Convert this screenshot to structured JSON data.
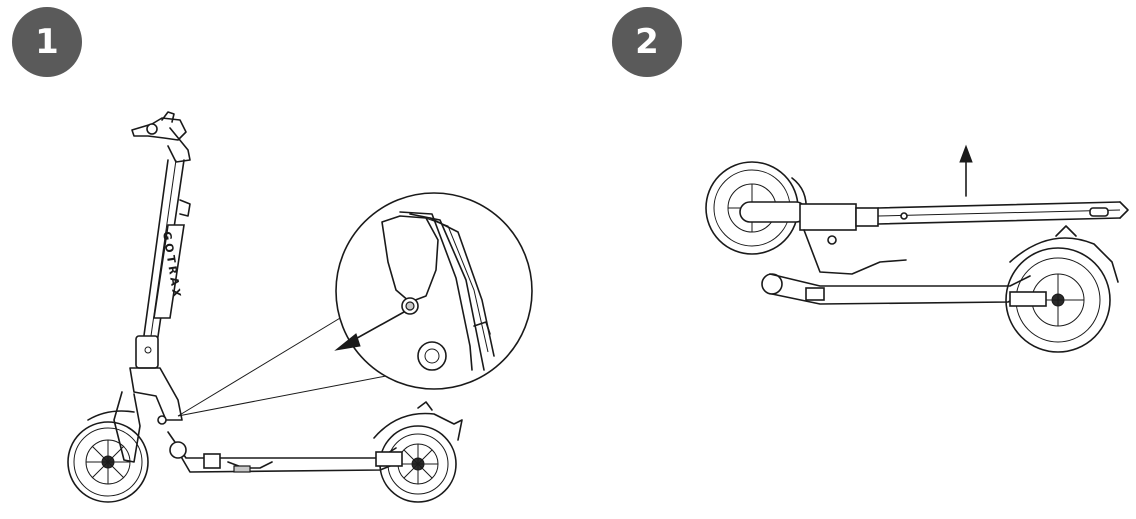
{
  "steps": [
    {
      "number": "1"
    },
    {
      "number": "2"
    }
  ],
  "scooter_brand": "GOTRAX",
  "colors": {
    "badge": "#5a5a5a",
    "badge_text": "#ffffff",
    "line": "#1a1a1a"
  },
  "icons": [
    "step-1-badge",
    "step-2-badge",
    "arrow-icon",
    "up-arrow-icon"
  ]
}
